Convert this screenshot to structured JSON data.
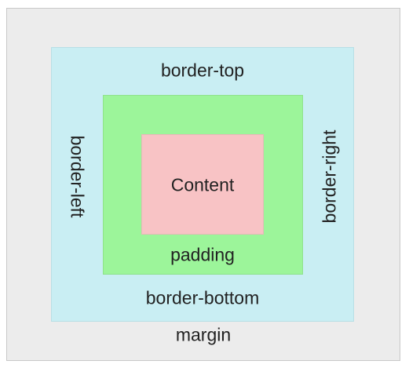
{
  "labels": {
    "margin": "margin",
    "border_top": "border-top",
    "border_bottom": "border-bottom",
    "border_left": "border-left",
    "border_right": "border-right",
    "padding": "padding",
    "content": "Content"
  },
  "colors": {
    "margin": "#ececec",
    "border": "#c9eef3",
    "padding": "#9cf59a",
    "content": "#f8c3c5"
  }
}
